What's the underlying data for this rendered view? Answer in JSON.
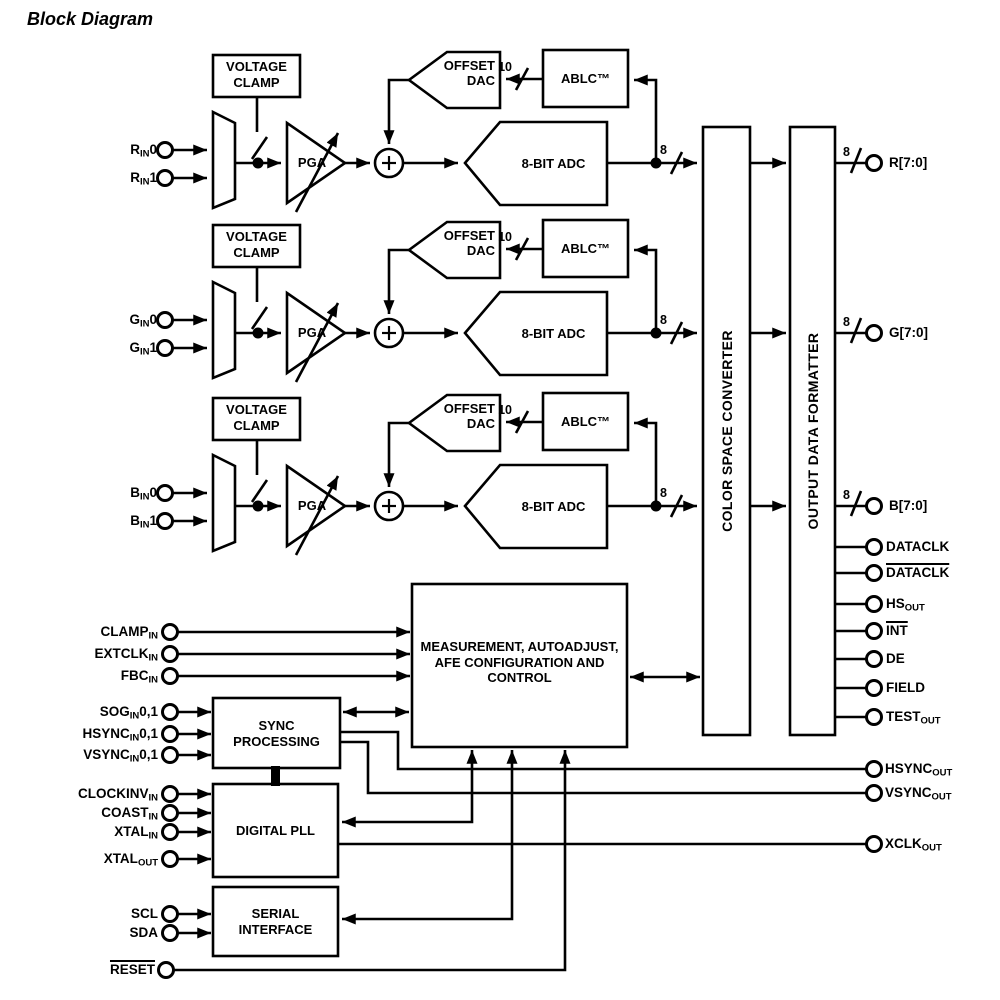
{
  "title": "Block Diagram",
  "colors": {
    "ink": "#000000",
    "background": "#ffffff"
  },
  "blocks": {
    "voltage_clamp": {
      "line1": "VOLTAGE",
      "line2": "CLAMP"
    },
    "pga": "PGA",
    "offset_dac": {
      "line1": "OFFSET",
      "line2": "DAC"
    },
    "ablc": "ABLC™",
    "adc": "8-BIT ADC",
    "csc": "COLOR SPACE CONVERTER",
    "odf": "OUTPUT DATA FORMATTER",
    "measurement": {
      "line1": "MEASUREMENT, AUTOADJUST,",
      "line2": "AFE CONFIGURATION AND",
      "line3": "CONTROL"
    },
    "sync": {
      "line1": "SYNC",
      "line2": "PROCESSING"
    },
    "pll": "DIGITAL PLL",
    "serial": {
      "line1": "SERIAL",
      "line2": "INTERFACE"
    }
  },
  "bus": {
    "dac": "10",
    "adc": "8",
    "out": "8"
  },
  "pins": {
    "rin0": {
      "pre": "R",
      "sub": "IN",
      "post": "0"
    },
    "rin1": {
      "pre": "R",
      "sub": "IN",
      "post": "1"
    },
    "gin0": {
      "pre": "G",
      "sub": "IN",
      "post": "0"
    },
    "gin1": {
      "pre": "G",
      "sub": "IN",
      "post": "1"
    },
    "bin0": {
      "pre": "B",
      "sub": "IN",
      "post": "0"
    },
    "bin1": {
      "pre": "B",
      "sub": "IN",
      "post": "1"
    },
    "clamp_in": {
      "pre": "CLAMP",
      "sub": "IN"
    },
    "extclk_in": {
      "pre": "EXTCLK",
      "sub": "IN"
    },
    "fbc_in": {
      "pre": "FBC",
      "sub": "IN"
    },
    "sog_in": {
      "pre": "SOG",
      "sub": "IN",
      "post": "0,1"
    },
    "hsync_in": {
      "pre": "HSYNC",
      "sub": "IN",
      "post": "0,1"
    },
    "vsync_in": {
      "pre": "VSYNC",
      "sub": "IN",
      "post": "0,1"
    },
    "clockinv_in": {
      "pre": "CLOCKINV",
      "sub": "IN"
    },
    "coast_in": {
      "pre": "COAST",
      "sub": "IN"
    },
    "xtal_in": {
      "pre": "XTAL",
      "sub": "IN"
    },
    "xtal_out": {
      "pre": "XTAL",
      "sub": "OUT"
    },
    "scl": {
      "pre": "SCL"
    },
    "sda": {
      "pre": "SDA"
    },
    "reset": {
      "pre": "RESET",
      "overline": true
    },
    "r_out": {
      "pre": "R[7:0]"
    },
    "g_out": {
      "pre": "G[7:0]"
    },
    "b_out": {
      "pre": "B[7:0]"
    },
    "dataclk": {
      "pre": "DATACLK"
    },
    "dataclk_n": {
      "pre": "DATACLK",
      "overline": true
    },
    "hs_out": {
      "pre": "HS",
      "sub": "OUT"
    },
    "int_n": {
      "pre": "INT",
      "overline": true
    },
    "de": {
      "pre": "DE"
    },
    "field": {
      "pre": "FIELD"
    },
    "test_out": {
      "pre": "TEST",
      "sub": "OUT"
    },
    "hsync_out": {
      "pre": "HSYNC",
      "sub": "OUT"
    },
    "vsync_out": {
      "pre": "VSYNC",
      "sub": "OUT"
    },
    "xclk_out": {
      "pre": "XCLK",
      "sub": "OUT"
    }
  }
}
